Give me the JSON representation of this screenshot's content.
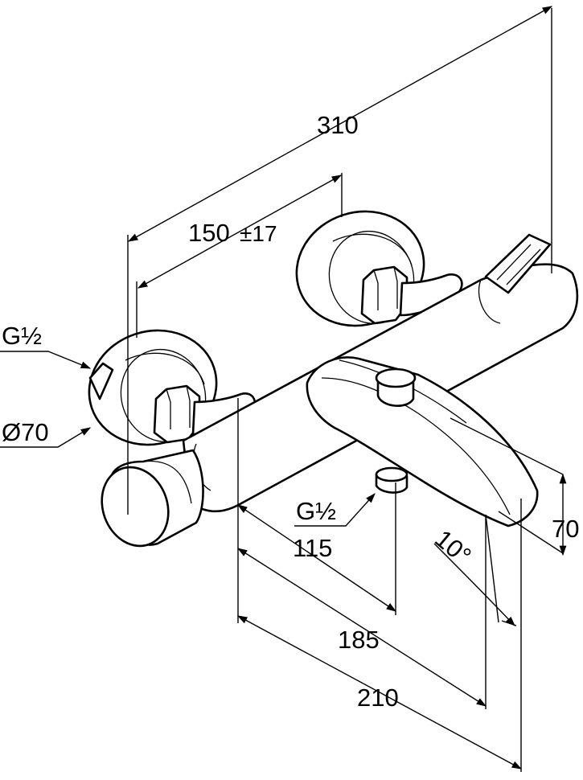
{
  "dimensions": {
    "overall_width": "310",
    "inlet_spacing": "150",
    "inlet_tolerance": "±17",
    "inlet_thread_left": "G½",
    "rosette_diameter": "Ø70",
    "outlet_thread": "G½",
    "spout_height": "70",
    "spout_angle": "10°",
    "dim_115": "115",
    "dim_185": "185",
    "dim_210": "210"
  }
}
